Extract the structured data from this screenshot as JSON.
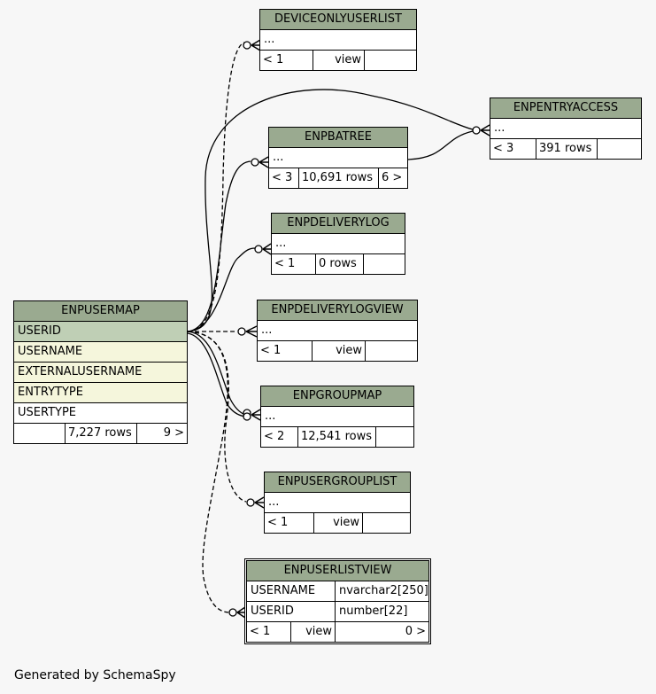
{
  "main_table": {
    "name": "ENPUSERMAP",
    "columns": [
      "USERID",
      "USERNAME",
      "EXTERNALUSERNAME",
      "ENTRYTYPE",
      "USERTYPE"
    ],
    "footer": {
      "parents": "",
      "rows": "7,227 rows",
      "children": "9 >"
    }
  },
  "tables": {
    "deviceonlyuserlist": {
      "name": "DEVICEONLYUSERLIST",
      "body": "...",
      "parents": "< 1",
      "rows": "view",
      "children": ""
    },
    "enpentryaccess": {
      "name": "ENPENTRYACCESS",
      "body": "...",
      "parents": "< 3",
      "rows": "391 rows",
      "children": ""
    },
    "enpbatree": {
      "name": "ENPBATREE",
      "body": "...",
      "parents": "< 3",
      "rows": "10,691 rows",
      "children": "6 >"
    },
    "enpdeliverylog": {
      "name": "ENPDELIVERYLOG",
      "body": "...",
      "parents": "< 1",
      "rows": "0 rows",
      "children": ""
    },
    "enpdeliverylogview": {
      "name": "ENPDELIVERYLOGVIEW",
      "body": "...",
      "parents": "< 1",
      "rows": "view",
      "children": ""
    },
    "enpgroupmap": {
      "name": "ENPGROUPMAP",
      "body": "...",
      "parents": "< 2",
      "rows": "12,541 rows",
      "children": ""
    },
    "enpusergrouplist": {
      "name": "ENPUSERGROUPLIST",
      "body": "...",
      "parents": "< 1",
      "rows": "view",
      "children": ""
    }
  },
  "focus_table": {
    "name": "ENPUSERLISTVIEW",
    "columns": [
      {
        "name": "USERNAME",
        "type": "nvarchar2[250]"
      },
      {
        "name": "USERID",
        "type": "number[22]"
      }
    ],
    "footer": {
      "parents": "< 1",
      "rows": "view",
      "children": "0 >"
    }
  },
  "credit": "Generated by SchemaSpy",
  "colors": {
    "header": "#9aaa90",
    "primary_key": "#bfcfb5",
    "indexed": "#f5f6dc",
    "background": "#f7f7f7"
  }
}
